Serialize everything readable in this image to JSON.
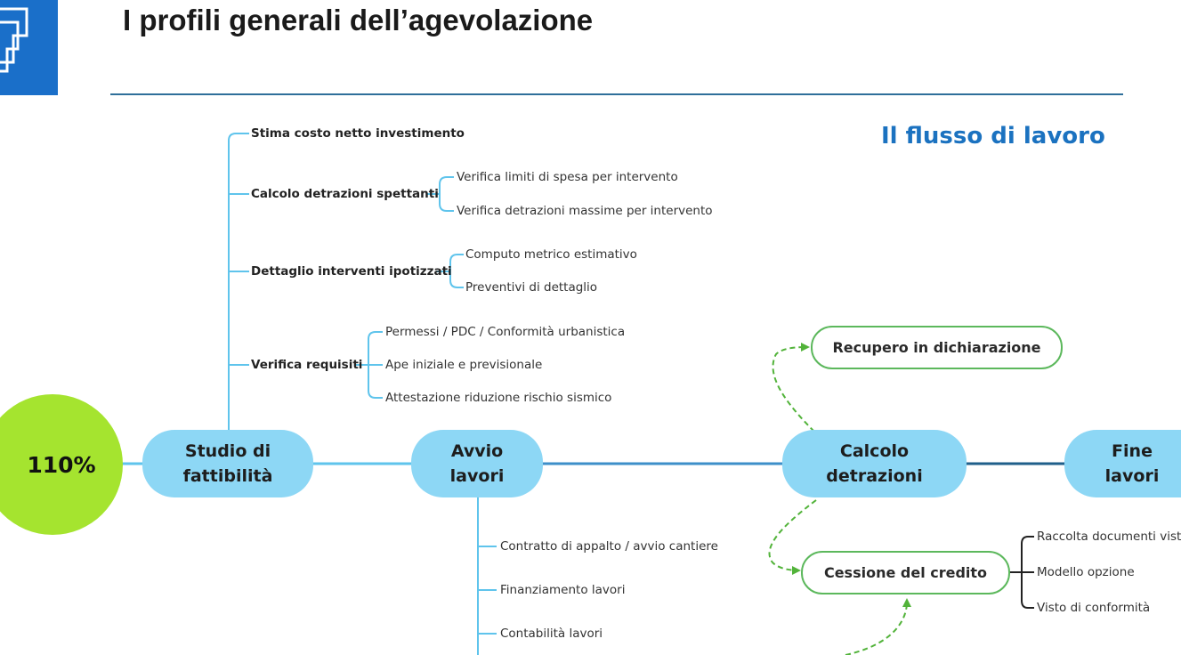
{
  "slide": {
    "title": "I profili generali dell’agevolazione",
    "subtitle": "Il flusso di lavoro"
  },
  "colors": {
    "accent": "#1b72c0",
    "node": "#8dd7f5",
    "circle": "#a5e42f",
    "branch": "#5fc4ec",
    "green": "#5cb85c",
    "logo": "#1a6fc9"
  },
  "main_flow": {
    "start": "110%",
    "nodes": [
      "Studio di\nfattibilità",
      "Avvio\nlavori",
      "Calcolo\ndetrazioni",
      "Fine\nlavori"
    ]
  },
  "studio_branches": [
    {
      "label": "Stima costo netto investimento",
      "children": []
    },
    {
      "label": "Calcolo detrazioni spettanti",
      "children": [
        "Verifica limiti di spesa per intervento",
        "Verifica detrazioni massime per intervento"
      ]
    },
    {
      "label": "Dettaglio interventi ipotizzati",
      "children": [
        "Computo metrico estimativo",
        "Preventivi di dettaglio"
      ]
    },
    {
      "label": "Verifica requisiti",
      "children": [
        "Permessi / PDC / Conformità urbanistica",
        "Ape iniziale e previsionale",
        "Attestazione riduzione rischio sismico"
      ]
    }
  ],
  "avvio_branches": [
    "Contratto di appalto / avvio cantiere",
    "Finanziamento lavori",
    "Contabilità lavori"
  ],
  "options": {
    "recupero": "Recupero in dichiarazione",
    "cessione": "Cessione del credito",
    "cessione_children": [
      "Raccolta documenti visto",
      "Modello opzione",
      "Visto di conformità"
    ]
  }
}
